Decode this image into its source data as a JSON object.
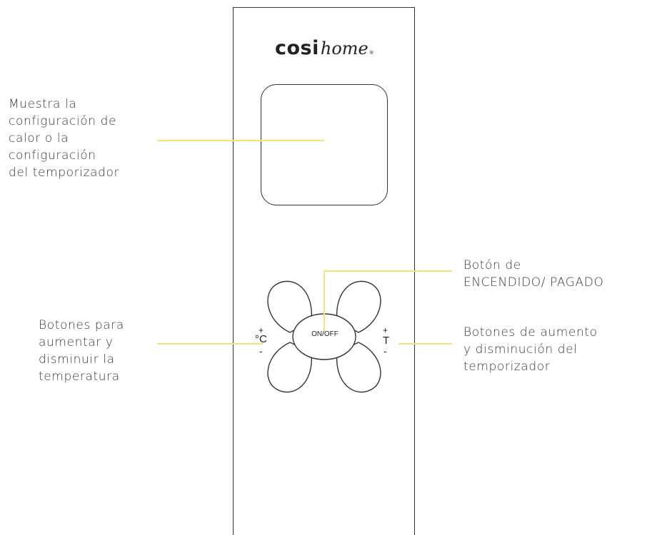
{
  "brand": {
    "name_bold": "cosi",
    "name_script": "home",
    "registered": "®"
  },
  "controls": {
    "on_off_label": "ON/OFF",
    "temp_symbol": "°C",
    "temp_plus": "+",
    "temp_minus": "-",
    "timer_symbol": "T",
    "timer_plus": "+",
    "timer_minus": "-"
  },
  "callouts": {
    "display": "Muestra la\nconfiguración de\ncalor o la\nconfiguración\ndel temporizador",
    "power": "Botón de\nENCENDIDO/ PAGADO",
    "temperature": "Botones para\naumentar y\ndisminuir la\ntemperatura",
    "timer": "Botones de aumento\ny disminución del\ntemporizador"
  },
  "colors": {
    "leader_line": "#f6e27a",
    "outline": "#333333",
    "text": "#3a3a3a"
  }
}
